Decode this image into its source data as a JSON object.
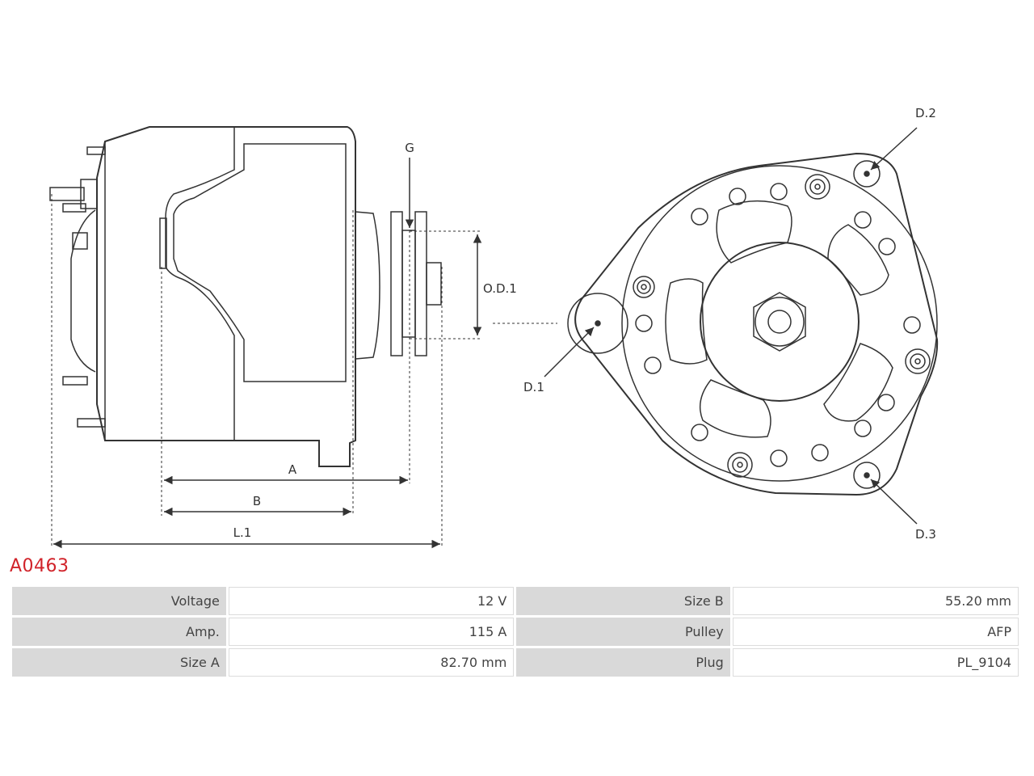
{
  "labels": {
    "g": "G",
    "od1": "O.D.1",
    "a": "A",
    "b": "B",
    "l1": "L.1",
    "d1": "D.1",
    "d2": "D.2",
    "d3": "D.3"
  },
  "part_code": "A0463",
  "specs": [
    {
      "left_label": "Voltage",
      "left_value": "12 V",
      "right_label": "Size B",
      "right_value": "55.20 mm"
    },
    {
      "left_label": "Amp.",
      "left_value": "115 A",
      "right_label": "Pulley",
      "right_value": "AFP"
    },
    {
      "left_label": "Size A",
      "left_value": "82.70 mm",
      "right_label": "Plug",
      "right_value": "PL_9104"
    }
  ],
  "colors": {
    "line": "#333333",
    "accent": "#d1232a",
    "label_bg": "#d9d9d9"
  }
}
